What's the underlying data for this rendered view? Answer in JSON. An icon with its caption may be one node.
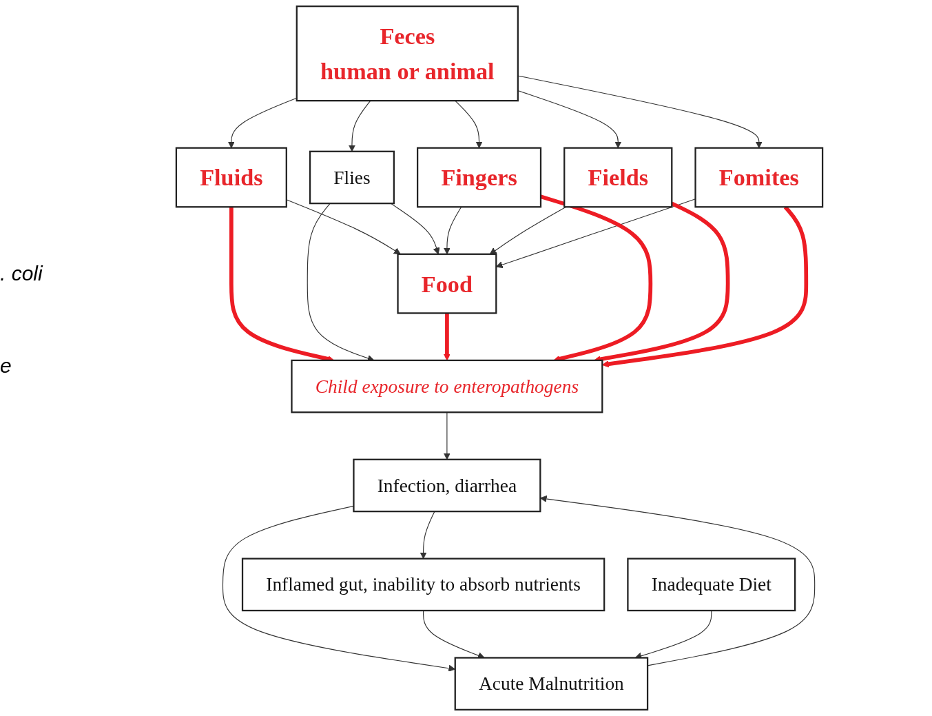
{
  "diagram": {
    "nodes": [
      {
        "text": [
          "Feces",
          "human or animal"
        ]
      },
      {
        "text": [
          "Fluids"
        ]
      },
      {
        "text": [
          "Flies"
        ]
      },
      {
        "text": [
          "Fingers"
        ]
      },
      {
        "text": [
          "Fields"
        ]
      },
      {
        "text": [
          "Fomites"
        ]
      },
      {
        "text": [
          "Food"
        ]
      },
      {
        "text": [
          "Child exposure to enteropathogens"
        ]
      },
      {
        "text": [
          "Infection, diarrhea"
        ]
      },
      {
        "text": [
          "Inflamed gut, inability to absorb nutrients"
        ]
      },
      {
        "text": [
          "Inadequate Diet"
        ]
      },
      {
        "text": [
          "Acute Malnutrition"
        ]
      }
    ],
    "edges": [
      {
        "from": 0,
        "to": 1,
        "arrow": "to"
      },
      {
        "from": 0,
        "to": 2,
        "arrow": "to"
      },
      {
        "from": 0,
        "to": 3,
        "arrow": "to"
      },
      {
        "from": 0,
        "to": 4,
        "arrow": "to"
      },
      {
        "from": 0,
        "to": 5,
        "arrow": "to"
      },
      {
        "from": 1,
        "to": 6,
        "arrow": "to"
      },
      {
        "from": 2,
        "to": 6,
        "arrow": "to"
      },
      {
        "from": 3,
        "to": 6,
        "arrow": "to"
      },
      {
        "from": 4,
        "to": 6,
        "arrow": "to"
      },
      {
        "from": 5,
        "to": 6,
        "arrow": "to"
      },
      {
        "from": 1,
        "to": 7,
        "arrow": "to",
        "style": "thick",
        "color": "#ed1c24"
      },
      {
        "from": 2,
        "to": 7,
        "arrow": "to"
      },
      {
        "from": 6,
        "to": 7,
        "arrow": "to",
        "style": "thick",
        "color": "#ed1c24"
      },
      {
        "from": 3,
        "to": 7,
        "arrow": "to",
        "style": "thick",
        "color": "#ed1c24"
      },
      {
        "from": 4,
        "to": 7,
        "arrow": "to",
        "style": "thick",
        "color": "#ed1c24"
      },
      {
        "from": 5,
        "to": 7,
        "arrow": "to",
        "style": "thick",
        "color": "#ed1c24"
      },
      {
        "from": 7,
        "to": 8,
        "arrow": "to"
      },
      {
        "from": 8,
        "to": 9,
        "arrow": "to"
      },
      {
        "from": 8,
        "to": 11,
        "arrow": "to"
      },
      {
        "from": 9,
        "to": 11,
        "arrow": "to"
      },
      {
        "from": 10,
        "to": 11,
        "arrow": "to"
      },
      {
        "from": 11,
        "to": 8,
        "arrow": "to"
      }
    ],
    "labels": [
      ". coli",
      "e"
    ]
  }
}
